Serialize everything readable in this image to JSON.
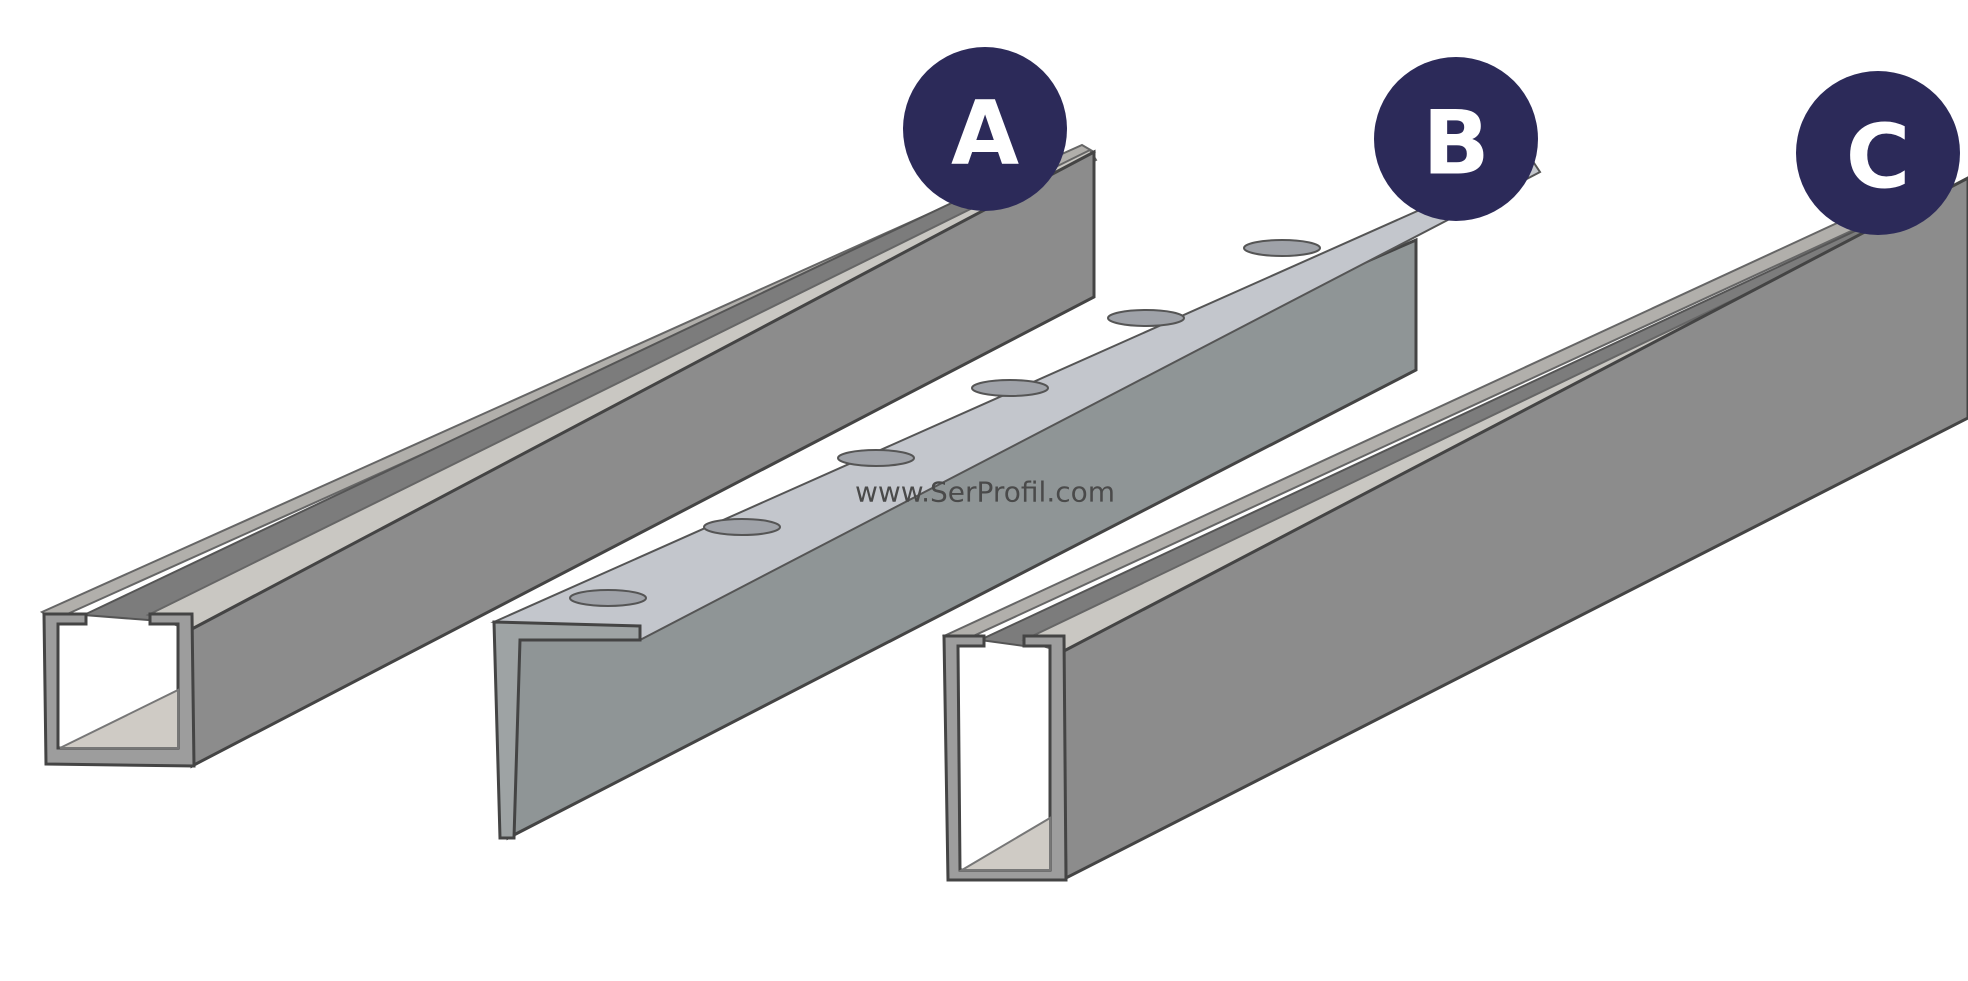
{
  "profiles": [
    {
      "id": "a",
      "label": "A"
    },
    {
      "id": "b",
      "label": "B"
    },
    {
      "id": "c",
      "label": "C"
    }
  ],
  "watermark": "www.SerProfil.com",
  "colors": {
    "badge": "#2c2a59",
    "badge_text": "#ffffff",
    "steel_face": "#8e8e8e",
    "steel_top": "#a9a7a3",
    "steel_light": "#c4c6ca",
    "steel_blue_face": "#8d9394",
    "edge": "#555555"
  }
}
